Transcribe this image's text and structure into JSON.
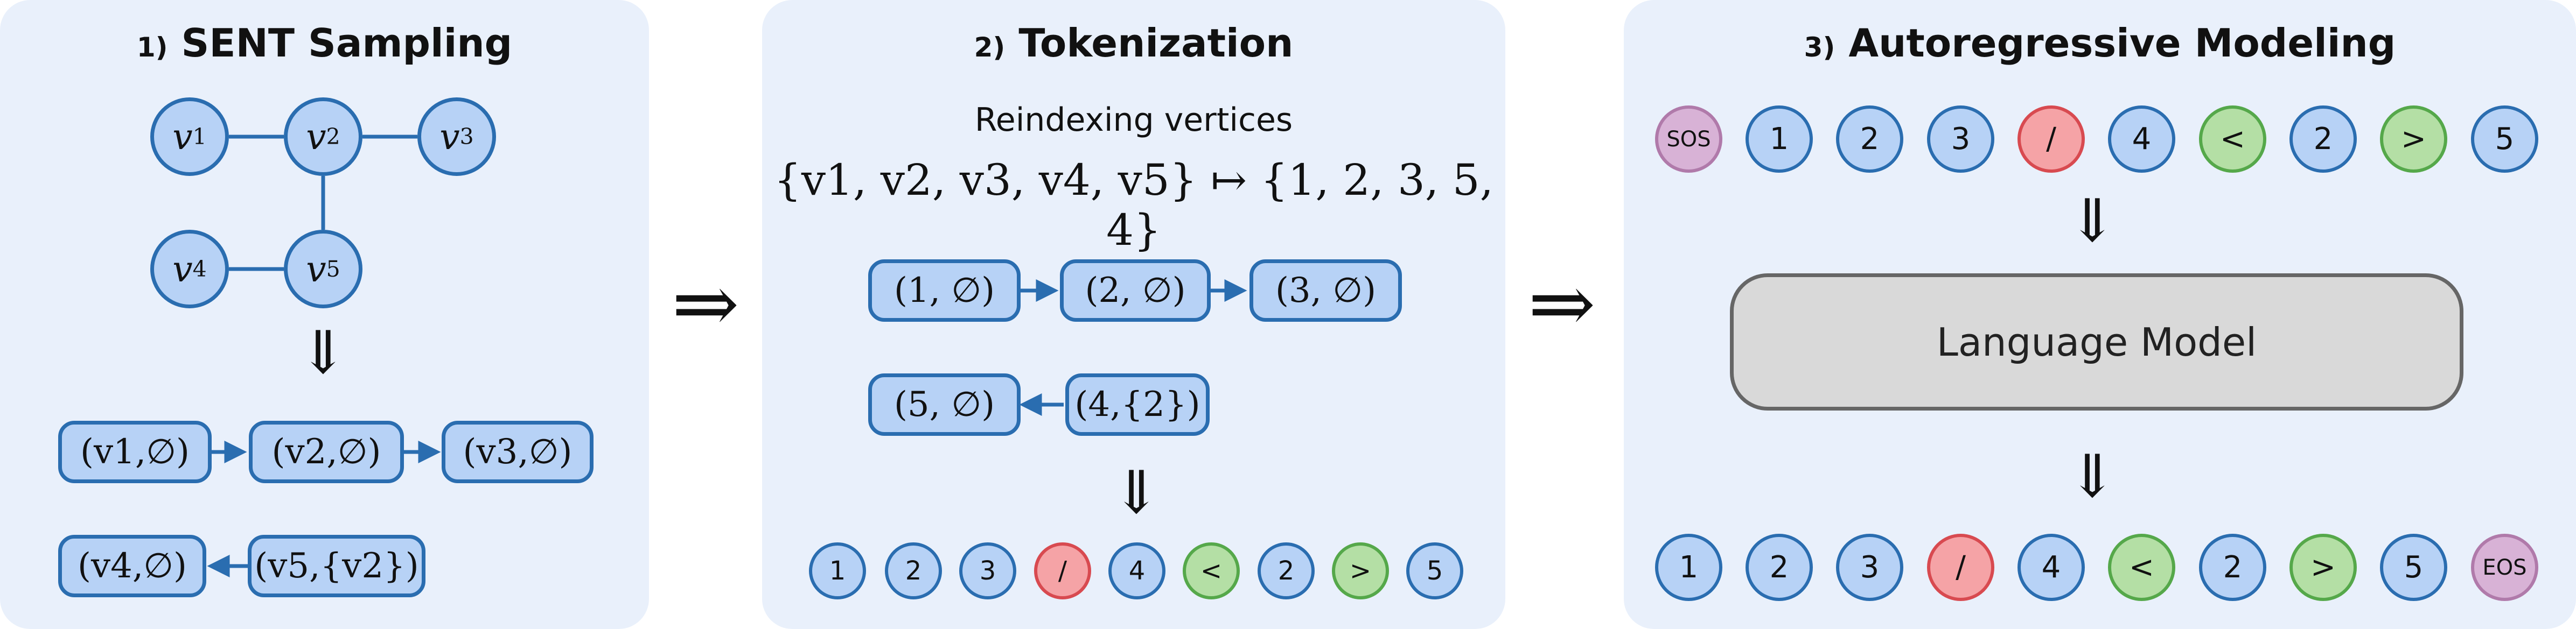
{
  "panels": [
    {
      "number": "1)",
      "title": "SENT Sampling"
    },
    {
      "number": "2)",
      "title": "Tokenization"
    },
    {
      "number": "3)",
      "title": "Autoregressive Modeling"
    }
  ],
  "graph": {
    "nodes": [
      "1",
      "2",
      "3",
      "4",
      "5"
    ]
  },
  "sent_sequence": {
    "row1": [
      "(v1,∅)",
      "(v2,∅)",
      "(v3,∅)"
    ],
    "row2": [
      "(v4,∅)",
      "(v5,{v2})"
    ]
  },
  "tokenization": {
    "heading": "Reindexing vertices",
    "mapping_lhs": "{v1, v2, v3, v4, v5}",
    "mapping_rhs": "{1, 2, 3, 5, 4}",
    "row1": [
      "(1, ∅)",
      "(2, ∅)",
      "(3, ∅)"
    ],
    "row2": [
      "(5, ∅)",
      "(4,{2})"
    ],
    "tokens": [
      "1",
      "2",
      "3",
      "/",
      "4",
      "<",
      "2",
      ">",
      "5"
    ]
  },
  "modeling": {
    "input_tokens": [
      "SOS",
      "1",
      "2",
      "3",
      "/",
      "4",
      "<",
      "2",
      ">",
      "5"
    ],
    "model_label": "Language Model",
    "output_tokens": [
      "1",
      "2",
      "3",
      "/",
      "4",
      "<",
      "2",
      ">",
      "5",
      "EOS"
    ]
  },
  "colors": {
    "panel_bg": "#e9f0fb",
    "node_fill": "#b7d2f6",
    "node_stroke": "#2a6db0",
    "token_red": "#f5a3a6",
    "token_green": "#b4dfa5",
    "token_pink": "#d8b2d6"
  }
}
